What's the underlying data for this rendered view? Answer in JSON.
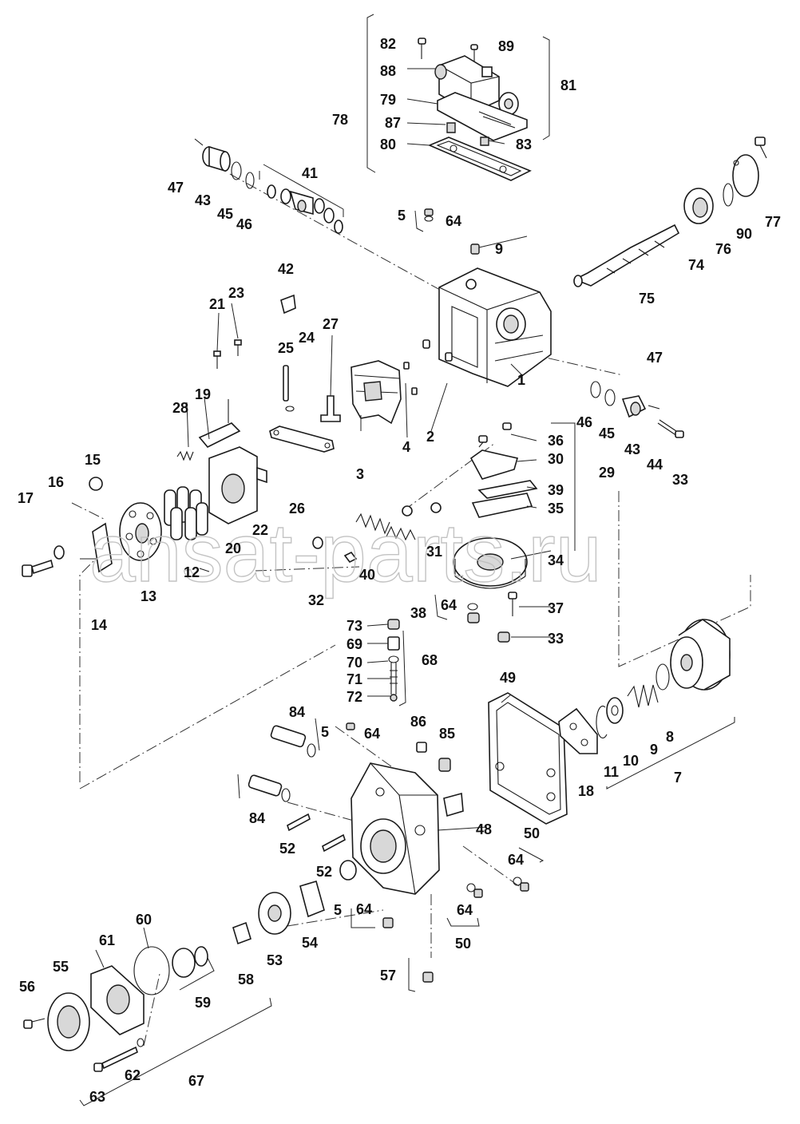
{
  "watermark": "ansat-parts.ru",
  "labels": [
    {
      "id": "l82",
      "text": "82"
    },
    {
      "id": "l89",
      "text": "89"
    },
    {
      "id": "l88",
      "text": "88"
    },
    {
      "id": "l81",
      "text": "81"
    },
    {
      "id": "l79",
      "text": "79"
    },
    {
      "id": "l78",
      "text": "78"
    },
    {
      "id": "l87",
      "text": "87"
    },
    {
      "id": "l80",
      "text": "80"
    },
    {
      "id": "l83",
      "text": "83"
    },
    {
      "id": "l77",
      "text": "77"
    },
    {
      "id": "l41",
      "text": "41"
    },
    {
      "id": "l47a",
      "text": "47"
    },
    {
      "id": "l43a",
      "text": "43"
    },
    {
      "id": "l45a",
      "text": "45"
    },
    {
      "id": "l46a",
      "text": "46"
    },
    {
      "id": "l5a",
      "text": "5"
    },
    {
      "id": "l64a",
      "text": "64"
    },
    {
      "id": "l90",
      "text": "90"
    },
    {
      "id": "l76",
      "text": "76"
    },
    {
      "id": "l74",
      "text": "74"
    },
    {
      "id": "l9a",
      "text": "9"
    },
    {
      "id": "l42",
      "text": "42"
    },
    {
      "id": "l75",
      "text": "75"
    },
    {
      "id": "l23",
      "text": "23"
    },
    {
      "id": "l21",
      "text": "21"
    },
    {
      "id": "l27",
      "text": "27"
    },
    {
      "id": "l24",
      "text": "24"
    },
    {
      "id": "l25",
      "text": "25"
    },
    {
      "id": "l47b",
      "text": "47"
    },
    {
      "id": "l1",
      "text": "1"
    },
    {
      "id": "l19",
      "text": "19"
    },
    {
      "id": "l28",
      "text": "28"
    },
    {
      "id": "l46b",
      "text": "46"
    },
    {
      "id": "l45b",
      "text": "45"
    },
    {
      "id": "l4",
      "text": "4"
    },
    {
      "id": "l2",
      "text": "2"
    },
    {
      "id": "l36",
      "text": "36"
    },
    {
      "id": "l43b",
      "text": "43"
    },
    {
      "id": "l44",
      "text": "44"
    },
    {
      "id": "l15",
      "text": "15"
    },
    {
      "id": "l30",
      "text": "30"
    },
    {
      "id": "l3",
      "text": "3"
    },
    {
      "id": "l29",
      "text": "29"
    },
    {
      "id": "l33a",
      "text": "33"
    },
    {
      "id": "l17",
      "text": "17"
    },
    {
      "id": "l16",
      "text": "16"
    },
    {
      "id": "l26",
      "text": "26"
    },
    {
      "id": "l39",
      "text": "39"
    },
    {
      "id": "l35",
      "text": "35"
    },
    {
      "id": "l22",
      "text": "22"
    },
    {
      "id": "l20",
      "text": "20"
    },
    {
      "id": "l31",
      "text": "31"
    },
    {
      "id": "l34",
      "text": "34"
    },
    {
      "id": "l12",
      "text": "12"
    },
    {
      "id": "l40",
      "text": "40"
    },
    {
      "id": "l13",
      "text": "13"
    },
    {
      "id": "l32",
      "text": "32"
    },
    {
      "id": "l14",
      "text": "14"
    },
    {
      "id": "l64b",
      "text": "64"
    },
    {
      "id": "l38",
      "text": "38"
    },
    {
      "id": "l37",
      "text": "37"
    },
    {
      "id": "l73",
      "text": "73"
    },
    {
      "id": "l33b",
      "text": "33"
    },
    {
      "id": "l69",
      "text": "69"
    },
    {
      "id": "l70",
      "text": "70"
    },
    {
      "id": "l68",
      "text": "68"
    },
    {
      "id": "l71",
      "text": "71"
    },
    {
      "id": "l49",
      "text": "49"
    },
    {
      "id": "l72",
      "text": "72"
    },
    {
      "id": "l84a",
      "text": "84"
    },
    {
      "id": "l86",
      "text": "86"
    },
    {
      "id": "l5b",
      "text": "5"
    },
    {
      "id": "l64c",
      "text": "64"
    },
    {
      "id": "l85",
      "text": "85"
    },
    {
      "id": "l11",
      "text": "11"
    },
    {
      "id": "l10",
      "text": "10"
    },
    {
      "id": "l9b",
      "text": "9"
    },
    {
      "id": "l8",
      "text": "8"
    },
    {
      "id": "l18",
      "text": "18"
    },
    {
      "id": "l7",
      "text": "7"
    },
    {
      "id": "l84b",
      "text": "84"
    },
    {
      "id": "l48",
      "text": "48"
    },
    {
      "id": "l52a",
      "text": "52"
    },
    {
      "id": "l50a",
      "text": "50"
    },
    {
      "id": "l64d",
      "text": "64"
    },
    {
      "id": "l52b",
      "text": "52"
    },
    {
      "id": "l60",
      "text": "60"
    },
    {
      "id": "l61",
      "text": "61"
    },
    {
      "id": "l5c",
      "text": "5"
    },
    {
      "id": "l64e",
      "text": "64"
    },
    {
      "id": "l64f",
      "text": "64"
    },
    {
      "id": "l54",
      "text": "54"
    },
    {
      "id": "l53",
      "text": "53"
    },
    {
      "id": "l50b",
      "text": "50"
    },
    {
      "id": "l58",
      "text": "58"
    },
    {
      "id": "l55",
      "text": "55"
    },
    {
      "id": "l56",
      "text": "56"
    },
    {
      "id": "l57",
      "text": "57"
    },
    {
      "id": "l59",
      "text": "59"
    },
    {
      "id": "l62",
      "text": "62"
    },
    {
      "id": "l67",
      "text": "67"
    },
    {
      "id": "l63",
      "text": "63"
    }
  ]
}
